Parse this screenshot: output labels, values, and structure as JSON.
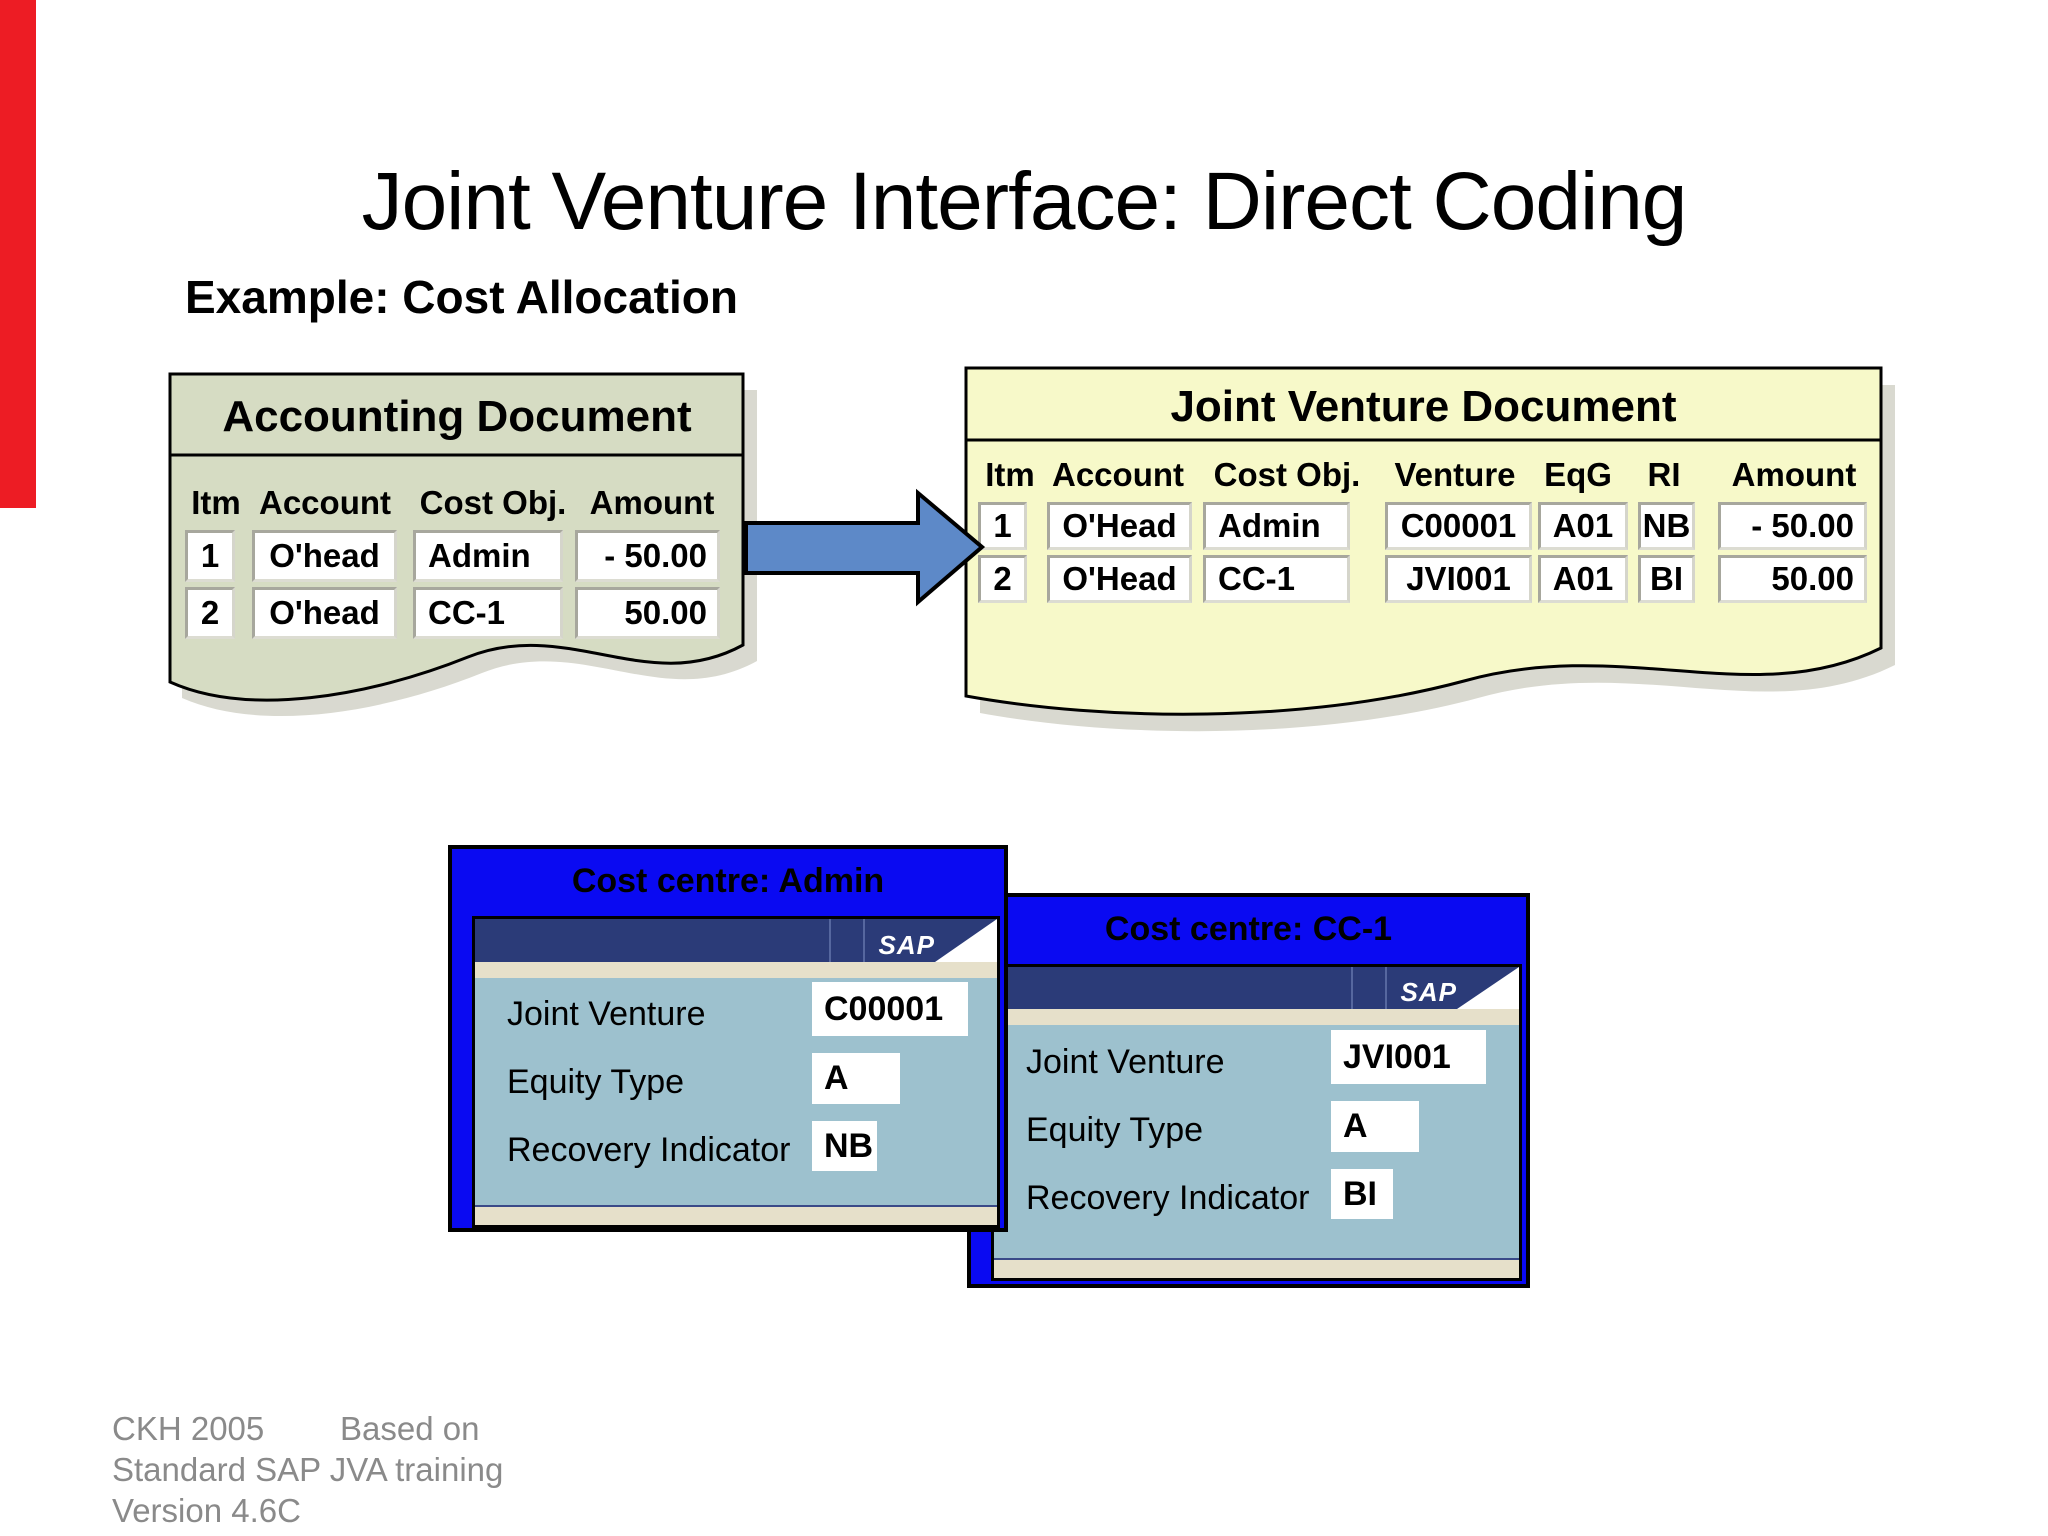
{
  "slide": {
    "title": "Joint Venture Interface: Direct Coding",
    "subtitle": "Example: Cost Allocation",
    "accent_color": "#ed1c24",
    "footer": {
      "credit": "CKH 2005",
      "based_on": "Based on",
      "line2": "Standard SAP JVA training",
      "line3": "Version 4.6C"
    }
  },
  "accounting_document": {
    "title": "Accounting Document",
    "fill_color": "#d6dcc3",
    "columns": [
      "Itm",
      "Account",
      "Cost Obj.",
      "Amount"
    ],
    "rows": [
      [
        "1",
        "O'head",
        "Admin",
        "- 50.00"
      ],
      [
        "2",
        "O'head",
        "CC-1",
        "50.00"
      ]
    ]
  },
  "joint_venture_document": {
    "title": "Joint Venture Document",
    "fill_color": "#f7f9c9",
    "columns": [
      "Itm",
      "Account",
      "Cost Obj.",
      "Venture",
      "EqG",
      "RI",
      "Amount"
    ],
    "rows": [
      [
        "1",
        "O'Head",
        "Admin",
        "C00001",
        "A01",
        "NB",
        "- 50.00"
      ],
      [
        "2",
        "O'Head",
        "CC-1",
        "JVI001",
        "A01",
        "BI",
        "50.00"
      ]
    ]
  },
  "arrow": {
    "fill_color": "#5d89c8"
  },
  "dialogs": [
    {
      "title": "Cost centre: Admin",
      "logo": "SAP",
      "fields": [
        {
          "label": "Joint Venture",
          "value": "C00001"
        },
        {
          "label": "Equity Type",
          "value": "A"
        },
        {
          "label": "Recovery Indicator",
          "value": "NB"
        }
      ]
    },
    {
      "title": "Cost centre: CC-1",
      "logo": "SAP",
      "fields": [
        {
          "label": "Joint Venture",
          "value": "JVI001"
        },
        {
          "label": "Equity Type",
          "value": "A"
        },
        {
          "label": "Recovery Indicator",
          "value": "BI"
        }
      ]
    }
  ],
  "colors": {
    "dialog_frame_blue": "#0a0af2",
    "sap_bar_navy": "#2b3b78",
    "panel_teal": "#9dc1ce",
    "strip_beige": "#e6e0ca",
    "document_shadow": "#d9d9d0"
  }
}
